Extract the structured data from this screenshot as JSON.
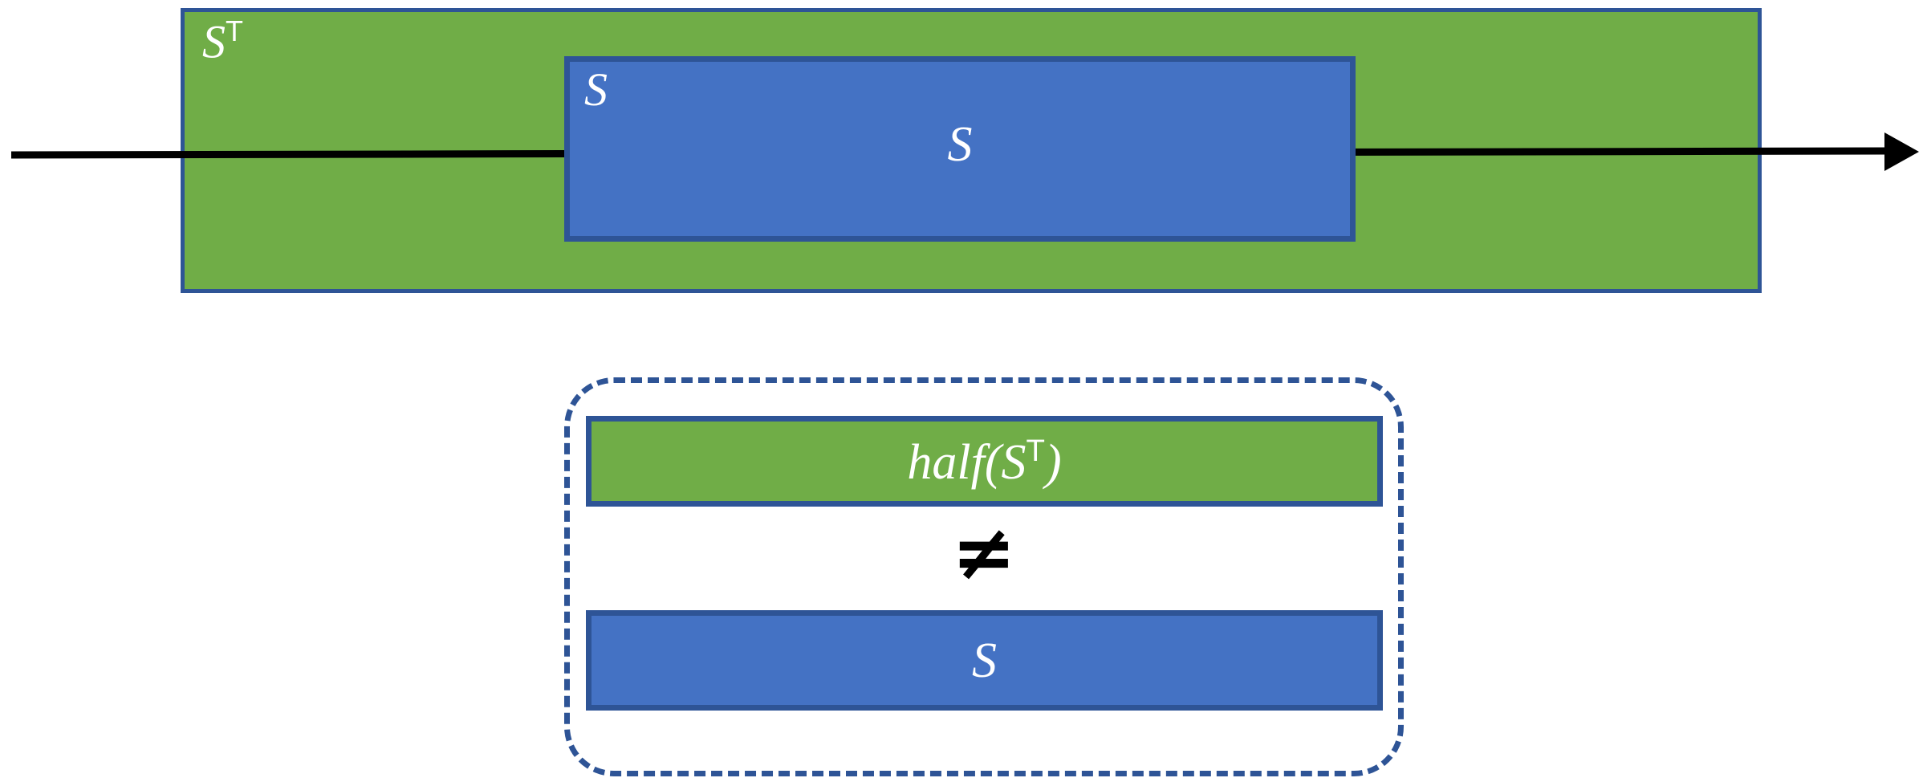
{
  "figure": {
    "title_hidden": "",
    "colors": {
      "green_fill": "#70AD47",
      "blue_fill": "#4472C4",
      "border_blue": "#2E5496",
      "arrow_black": "#000000",
      "label_white": "#FFFFFF",
      "background": "#FFFFFF"
    }
  },
  "top_figure": {
    "outer_box": {
      "label_base": "S",
      "label_sup": "T"
    },
    "inner_box": {
      "corner_label": "S",
      "center_label": "S"
    },
    "arrow": {
      "name": "time-axis-arrow",
      "direction": "right"
    }
  },
  "comparison_group": {
    "top_bar": {
      "label_prefix": "half(S",
      "label_sup": "T",
      "label_suffix": ")"
    },
    "relation_symbol": "≠",
    "bottom_bar": {
      "label": "S"
    }
  }
}
